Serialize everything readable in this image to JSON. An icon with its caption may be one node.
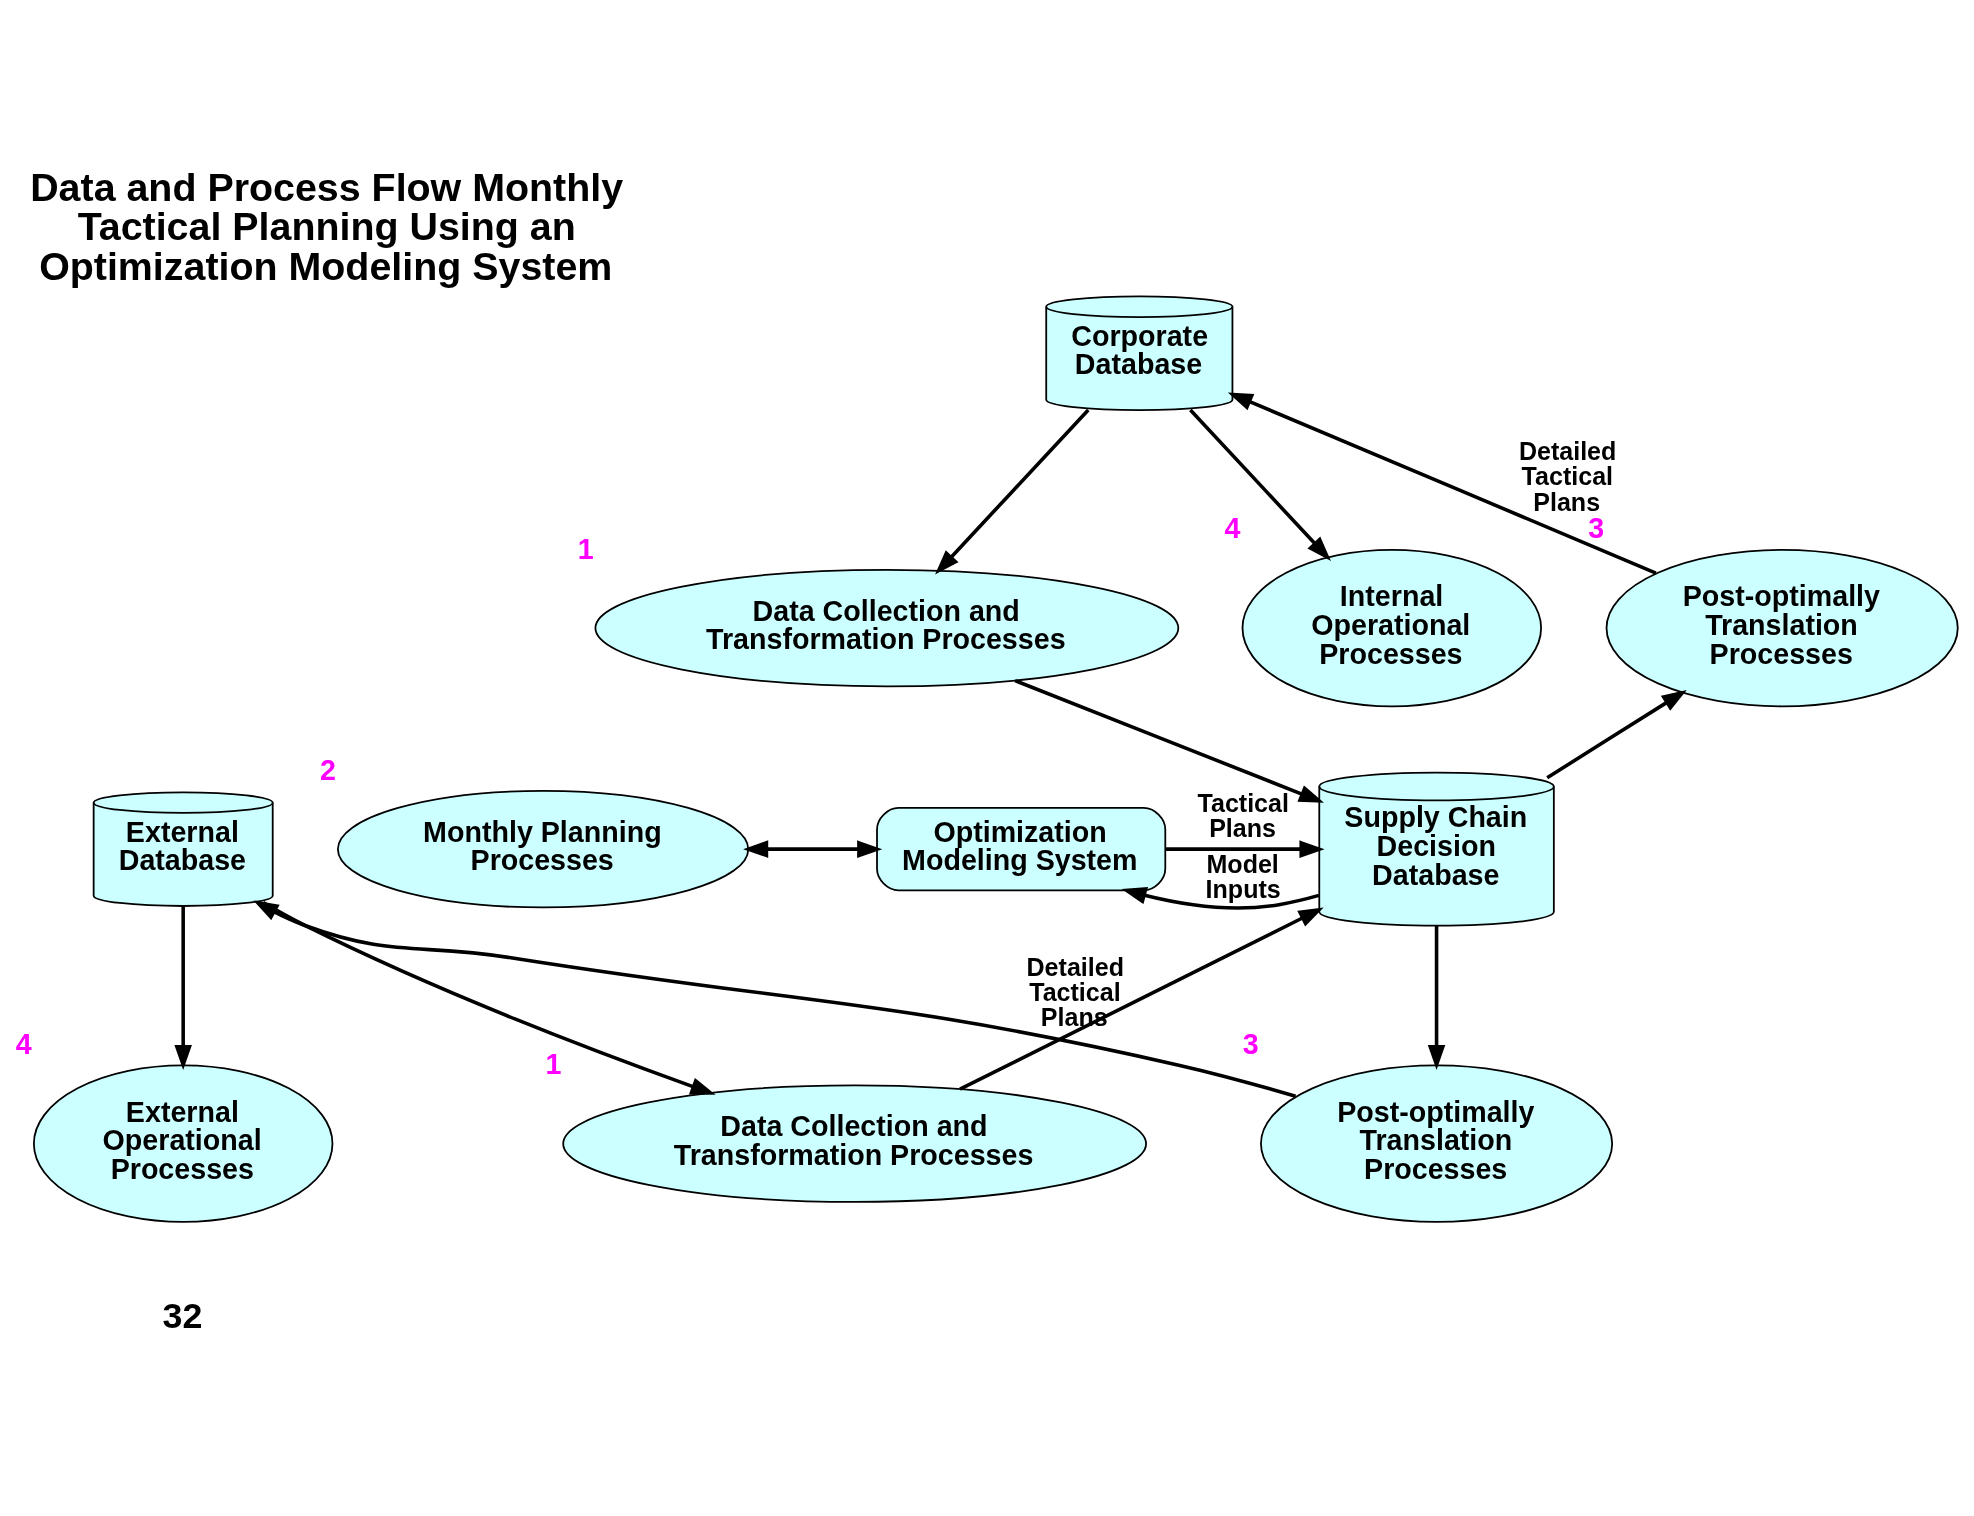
{
  "diagram": {
    "title": "Data and Process Flow Monthly Tactical Planning Using an Optimization Modeling System",
    "nodes": [
      {
        "text": [
          "Internal Operational Processes"
        ],
        "beside": [
          "4"
        ]
      },
      {
        "text": [
          "Corporate Database"
        ]
      },
      {
        "text": [
          "Data Collection and Transformation Processes"
        ],
        "beside": [
          "1"
        ]
      },
      {
        "text": [
          "Post-optimally Translation Processes"
        ],
        "beside": [
          "3"
        ]
      },
      {
        "text": [
          "Monthly Planning Processes"
        ],
        "beside": [
          "2"
        ]
      },
      {
        "text": [
          "Optimization Modeling System"
        ]
      },
      {
        "text": [
          "Supply Chain Decision Database"
        ]
      },
      {
        "text": [
          "Data Collection and Transformation Processes"
        ],
        "beside": [
          "1"
        ]
      },
      {
        "text": [
          "Post-optimally Translation Processes"
        ],
        "beside": [
          "3"
        ]
      },
      {
        "text": [
          "External Database"
        ]
      },
      {
        "text": [
          "External Operational Processes"
        ],
        "beside": [
          "4"
        ]
      }
    ],
    "edges": [
      {
        "from": 1,
        "to": 0,
        "arrow": "to"
      },
      {
        "from": 1,
        "to": 2,
        "arrow": "to"
      },
      {
        "from": 2,
        "to": 6,
        "arrow": "to"
      },
      {
        "from": 3,
        "to": 1,
        "arrow": "to",
        "label": "Detailed Tactical Plans"
      },
      {
        "from": 6,
        "to": 3,
        "arrow": "to"
      },
      {
        "from": 6,
        "to": 8,
        "arrow": "to"
      },
      {
        "from": 4,
        "to": 5,
        "arrow": "both"
      },
      {
        "from": 6,
        "to": 5,
        "arrow": "to",
        "label": "Model Inputs"
      },
      {
        "from": 5,
        "to": 6,
        "arrow": "to",
        "label": "Tactical Plans"
      },
      {
        "from": 7,
        "to": 6,
        "arrow": "to"
      },
      {
        "from": 9,
        "to": 7,
        "arrow": "to"
      },
      {
        "from": 8,
        "to": 9,
        "arrow": "to",
        "label": "Detailed Tactical Plans"
      },
      {
        "from": 9,
        "to": 10,
        "arrow": "to"
      }
    ],
    "labels": [
      "32"
    ]
  }
}
